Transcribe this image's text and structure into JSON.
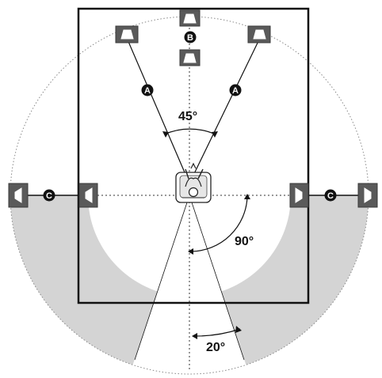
{
  "angles": {
    "front_spread": "45°",
    "side_angle": "90°",
    "rear_spread": "20°"
  },
  "badges": {
    "front": "A",
    "center": "B",
    "surround": "C"
  },
  "icons": {
    "speaker": "speaker-icon",
    "listener": "listener-chair-icon"
  },
  "colors": {
    "shaded_area": "#d4d4d4",
    "speaker": "#5a5a5a",
    "lines": "#111111"
  }
}
